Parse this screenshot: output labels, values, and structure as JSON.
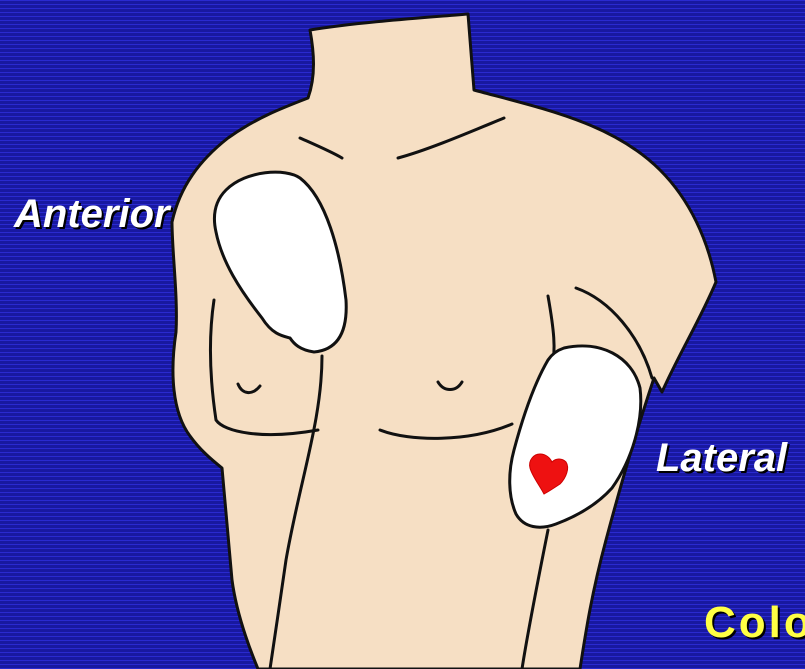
{
  "labels": {
    "anterior": "Anterior",
    "lateral": "Lateral",
    "corner": "Colo"
  },
  "colors": {
    "background": "#1a1aa6",
    "skin": "#f6dfc4",
    "pad": "#ffffff",
    "heart": "#ee1111",
    "label": "#ffffff",
    "corner_label": "#ffff44"
  }
}
